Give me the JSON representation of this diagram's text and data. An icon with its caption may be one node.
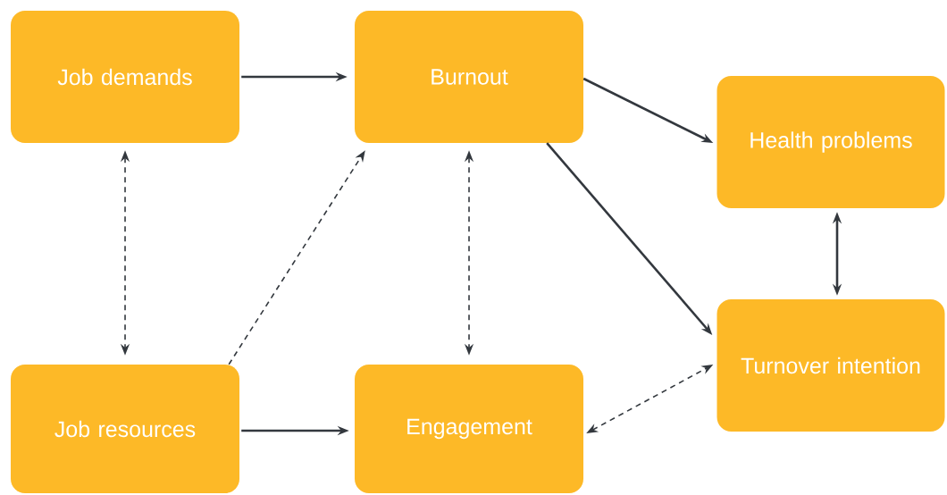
{
  "diagram": {
    "nodes": [
      {
        "text": [
          "Job demands"
        ]
      },
      {
        "text": [
          "Burnout"
        ]
      },
      {
        "text": [
          "Health problems"
        ]
      },
      {
        "text": [
          "Job resources"
        ]
      },
      {
        "text": [
          "Engagement"
        ]
      },
      {
        "text": [
          "Turnover intention"
        ]
      }
    ],
    "edges": [
      {
        "from": 0,
        "to": 1,
        "arrow": "to"
      },
      {
        "from": 1,
        "to": 2,
        "arrow": "to"
      },
      {
        "from": 1,
        "to": 5,
        "arrow": "to"
      },
      {
        "from": 2,
        "to": 5,
        "arrow": "both"
      },
      {
        "from": 0,
        "to": 3,
        "arrow": "both",
        "style": "dashed"
      },
      {
        "from": 3,
        "to": 1,
        "arrow": "to",
        "style": "dashed"
      },
      {
        "from": 1,
        "to": 4,
        "arrow": "both",
        "style": "dashed"
      },
      {
        "from": 4,
        "to": 5,
        "arrow": "both",
        "style": "dashed"
      },
      {
        "from": 3,
        "to": 4,
        "arrow": "to"
      }
    ]
  }
}
